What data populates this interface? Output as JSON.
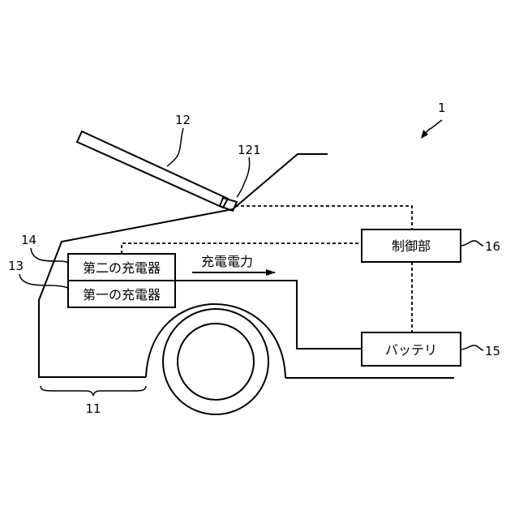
{
  "labels": {
    "ref_system": "1",
    "ref_hood": "12",
    "ref_hinge": "121",
    "ref_second_charger": "14",
    "ref_first_charger": "13",
    "ref_controller": "16",
    "ref_battery": "15",
    "ref_front": "11"
  },
  "blocks": {
    "second_charger": "第二の充電器",
    "first_charger": "第一の充電器",
    "controller": "制御部",
    "battery": "バッテリ"
  },
  "arrow_label": "充電電力"
}
